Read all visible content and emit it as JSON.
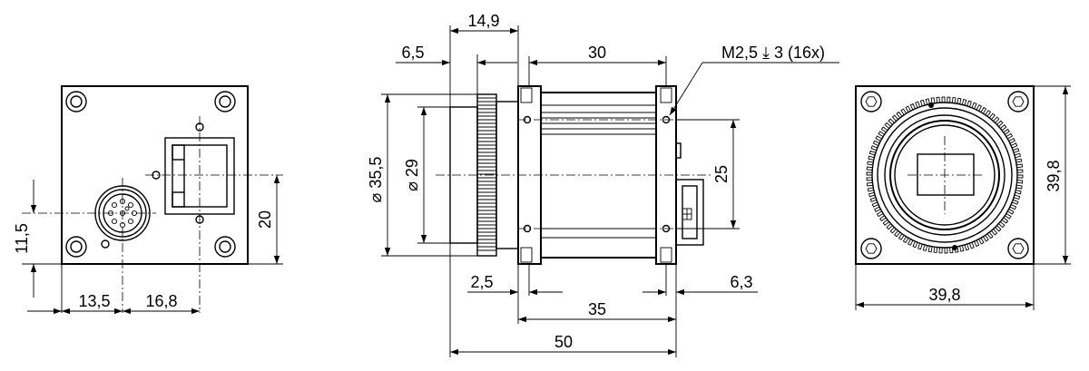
{
  "dimensions": {
    "left_11_5": "11,5",
    "left_20": "20",
    "left_13_5": "13,5",
    "left_16_8": "16,8",
    "side_14_9": "14,9",
    "side_6_5": "6,5",
    "side_30": "30",
    "side_thread": "M2,5 ⤓ 3 (16x)",
    "side_dia_35_5": "⌀ 35,5",
    "side_dia_29": "⌀ 29",
    "side_25": "25",
    "side_2_5": "2,5",
    "side_6_3": "6,3",
    "side_35": "35",
    "side_50": "50",
    "right_39_8_v": "39,8",
    "right_39_8_h": "39,8"
  }
}
